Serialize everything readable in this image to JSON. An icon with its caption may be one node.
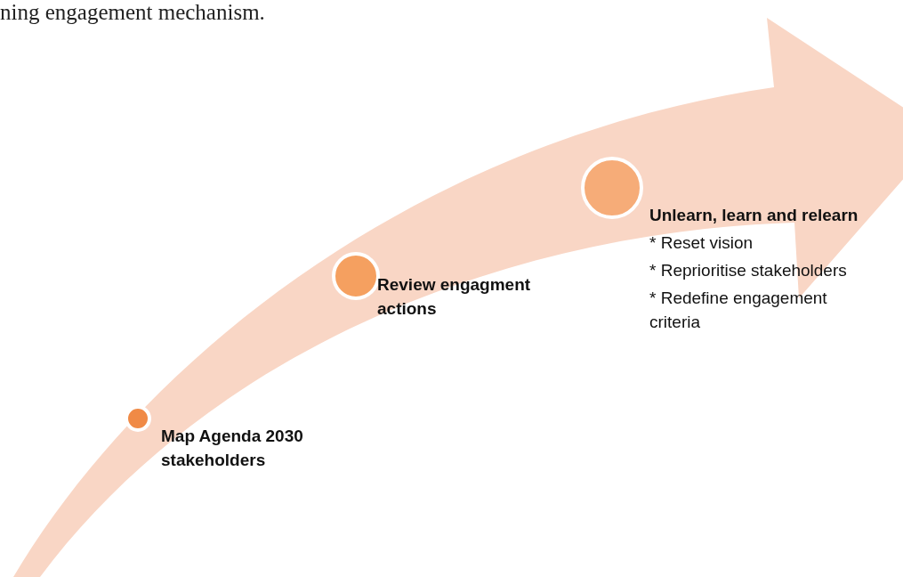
{
  "diagram": {
    "nodes": [
      {
        "text": [
          "Map Agenda 2030 stakeholders"
        ]
      },
      {
        "text": [
          "Review engagment actions"
        ]
      },
      {
        "text": [
          "Unlearn, learn and relearn",
          "* Reset vision",
          "* Reprioritise stakeholders",
          "* Redefine engagement criteria"
        ]
      }
    ],
    "edges": [],
    "labels": [
      "ning engagement mechanism."
    ]
  }
}
